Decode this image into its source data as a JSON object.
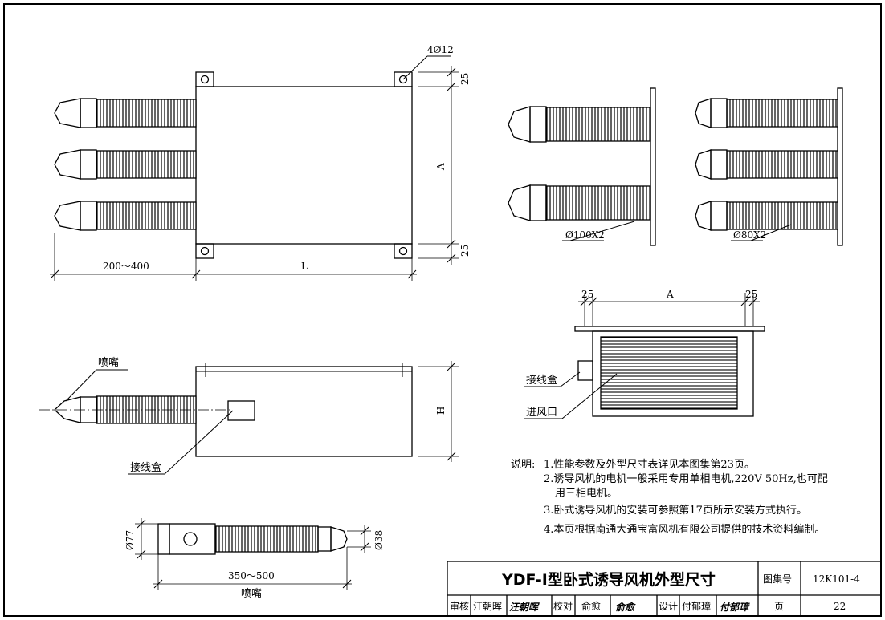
{
  "labels": {
    "hole_spec": "4Ø12",
    "dim_top_margin": "25",
    "dim_A_side": "A",
    "dim_bottom_margin": "25",
    "dim_nozzle_range": "200～400",
    "dim_L": "L",
    "diam_100": "Ø100X2",
    "diam_80": "Ø80X2",
    "dim_25_left": "25",
    "dim_A_top": "A",
    "dim_25_right": "25",
    "junction_box_right": "接线盒",
    "air_inlet": "进风口",
    "nozzle_side": "喷嘴",
    "dim_H": "H",
    "junction_box_side": "接线盒",
    "dim_d77": "Ø77",
    "dim_d38": "Ø38",
    "dim_350_500": "350～500",
    "nozzle_bottom": "喷嘴"
  },
  "notes": {
    "prefix": "说明:",
    "items": [
      "1.性能参数及外型尺寸表详见本图集第23页。",
      "2.诱导风机的电机一般采用专用单相电机,220V 50Hz,也可配",
      "用三相电机。",
      "3.卧式诱导风机的安装可参照第17页所示安装方式执行。",
      "4.本页根据南通大通宝富风机有限公司提供的技术资料编制。"
    ]
  },
  "title_block": {
    "title": "YDF-I型卧式诱导风机外型尺寸",
    "atlas_label": "图集号",
    "atlas_no": "12K101-4",
    "page_label": "页",
    "page_no": "22",
    "review_label": "审核",
    "reviewer": "汪朝晖",
    "reviewer_sig": "汪朝晖",
    "check_label": "校对",
    "checker": "俞愈",
    "checker_sig": "俞愈",
    "design_label": "设计",
    "designer": "付郁璋",
    "designer_sig": "付郁璋"
  }
}
